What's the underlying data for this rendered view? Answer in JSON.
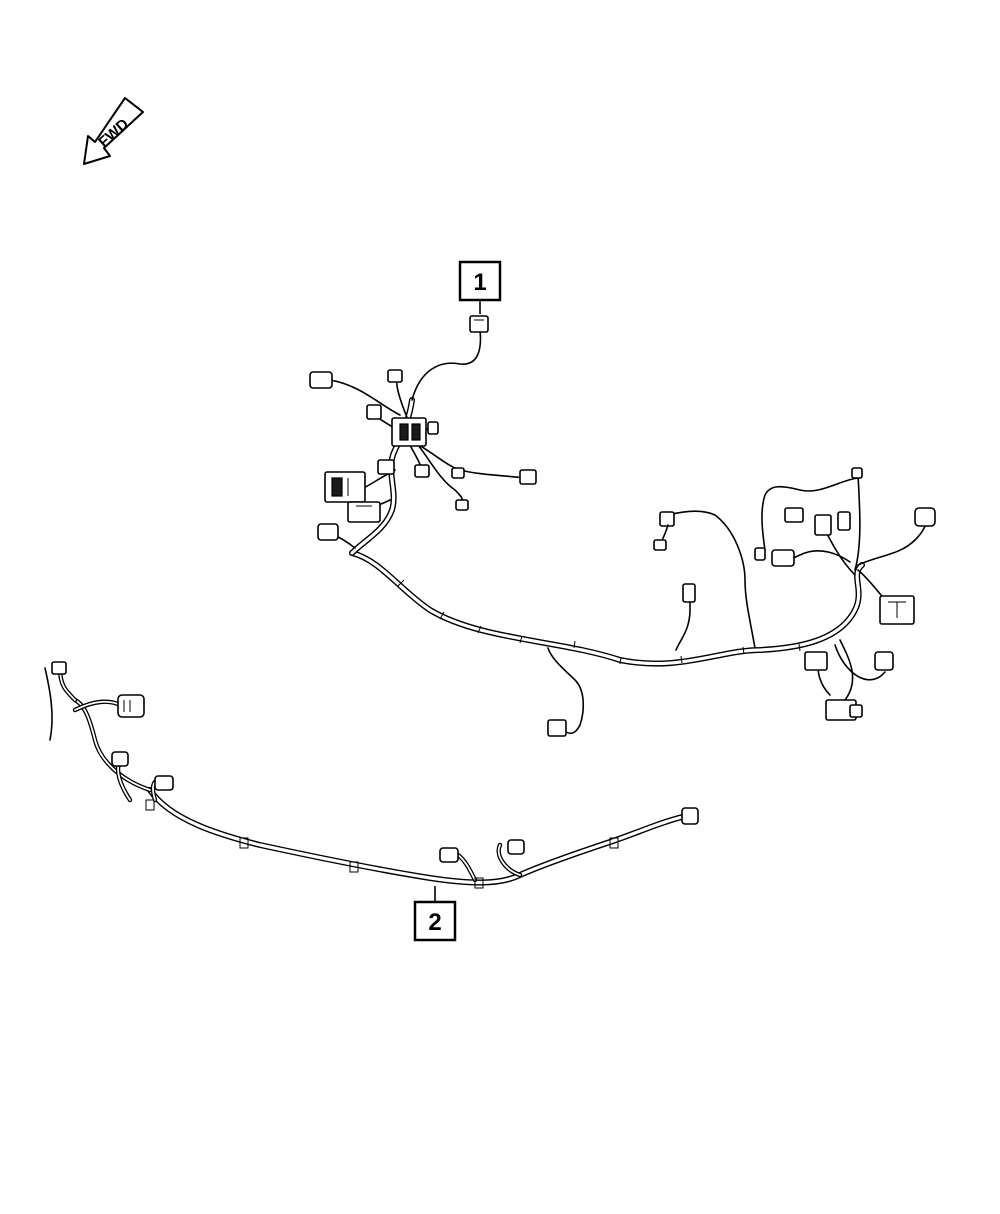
{
  "direction_indicator": {
    "label": "FWD"
  },
  "callouts": [
    {
      "number": "1"
    },
    {
      "number": "2"
    }
  ],
  "colors": {
    "line": "#000000",
    "background": "#ffffff"
  }
}
